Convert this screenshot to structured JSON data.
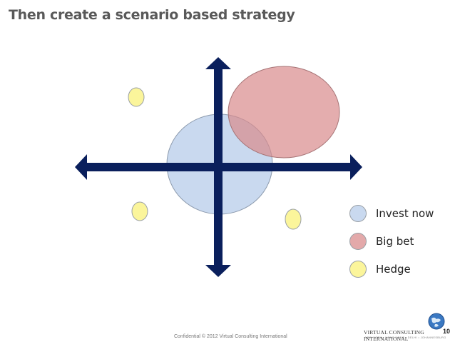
{
  "slide": {
    "title": "Then create a scenario based strategy",
    "footer": "Confidential © 2012 Virtual Consulting International",
    "page_number": "10"
  },
  "brand": {
    "name": "VIRTUAL CONSULTING INTERNATIONAL",
    "locations": "NEW YORK  •  HONG KONG  •  DELHI  •  JOHANNESBURG"
  },
  "legend": [
    {
      "label": "Invest now",
      "color": "#c9d9ef"
    },
    {
      "label": "Big bet",
      "color": "#e3a9aa"
    },
    {
      "label": "Hedge",
      "color": "#fbf59b"
    }
  ],
  "colors": {
    "axis": "#0a1f5c",
    "invest_now_fill": "#c9d9ef",
    "big_bet_fill": "#e3a9aa",
    "hedge_fill": "#fbf59b"
  },
  "icons": {
    "globe": "globe-icon"
  }
}
